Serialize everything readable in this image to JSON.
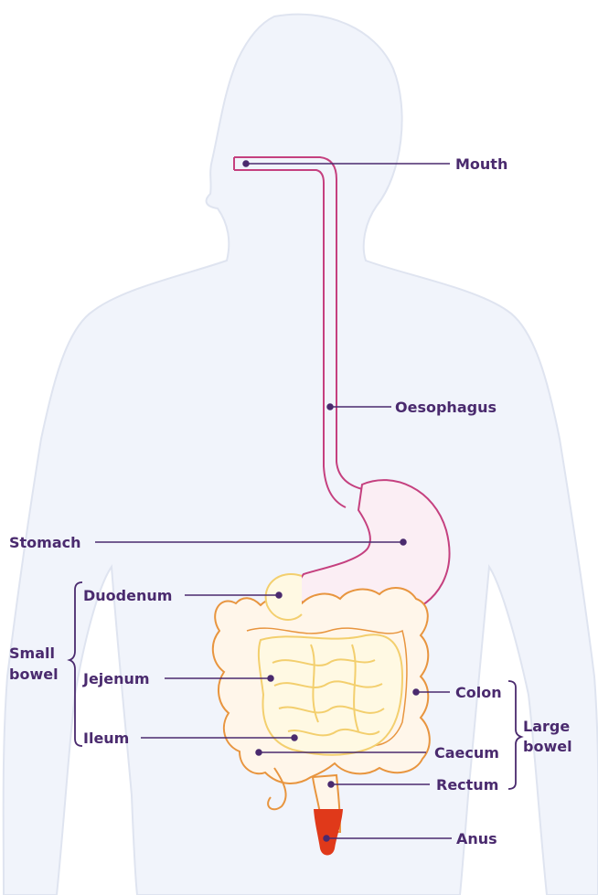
{
  "colors": {
    "body_silhouette": "#f1f4fb",
    "body_outline": "#dfe4f0",
    "label_text": "#4a2a6e",
    "leader_line": "#4a2a6e",
    "oesophagus_stroke": "#c5407f",
    "stomach_fill": "#fbeef4",
    "small_bowel_stroke": "#f3cf6e",
    "small_bowel_fill": "#fff9e3",
    "large_bowel_stroke": "#e8953f",
    "large_bowel_fill": "#fff6ea",
    "anus_fill": "#e0391a"
  },
  "labels": {
    "mouth": "Mouth",
    "oesophagus": "Oesophagus",
    "stomach": "Stomach",
    "duodenum": "Duodenum",
    "jejenum": "Jejenum",
    "ileum": "Ileum",
    "colon": "Colon",
    "caecum": "Caecum",
    "rectum": "Rectum",
    "anus": "Anus"
  },
  "groups": {
    "small_bowel": [
      "Small",
      "bowel"
    ],
    "large_bowel": [
      "Large",
      "bowel"
    ]
  }
}
